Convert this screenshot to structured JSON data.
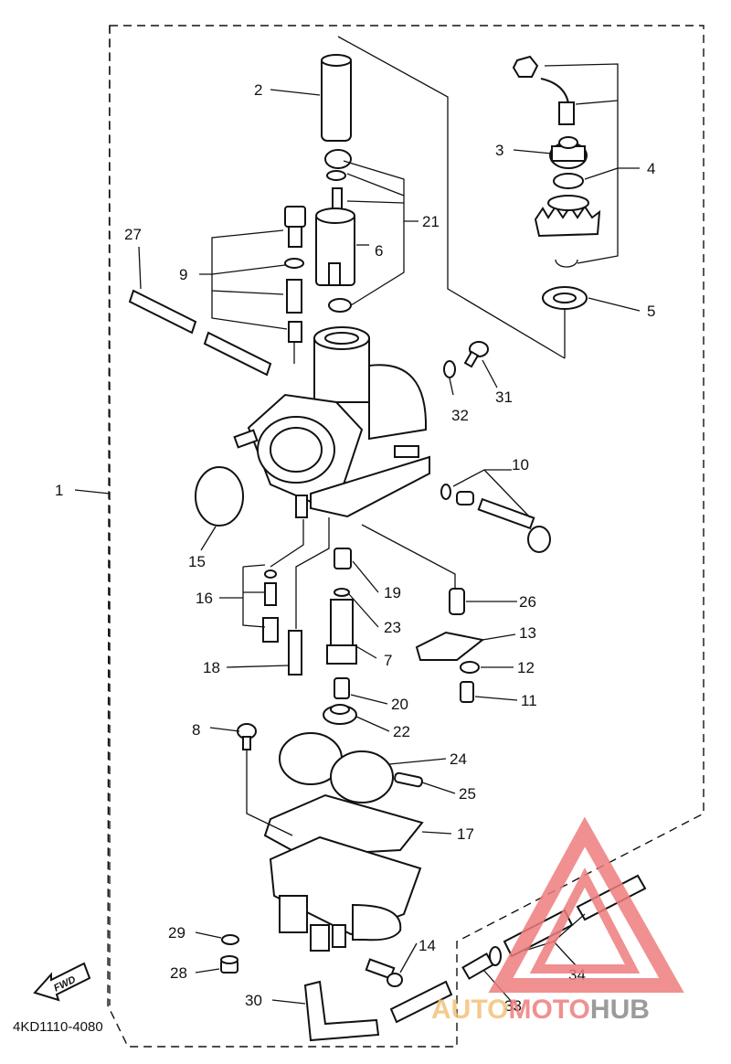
{
  "diagram": {
    "part_code": "4KD1110-4080",
    "forward_marker": "FWD",
    "callouts": [
      "1",
      "2",
      "3",
      "4",
      "5",
      "6",
      "7",
      "8",
      "9",
      "10",
      "11",
      "12",
      "13",
      "14",
      "15",
      "16",
      "17",
      "18",
      "19",
      "20",
      "21",
      "22",
      "23",
      "24",
      "25",
      "26",
      "27",
      "28",
      "29",
      "30",
      "31",
      "32",
      "33",
      "34"
    ]
  },
  "watermark": {
    "brand_part1": "AUTO",
    "brand_part2": "MOTO",
    "brand_part3": "HUB",
    "colors": {
      "triangle": "#ee7d7d",
      "auto": "#f2c27a",
      "moto": "#ee7d7d",
      "hub": "#8a8a8a"
    }
  }
}
